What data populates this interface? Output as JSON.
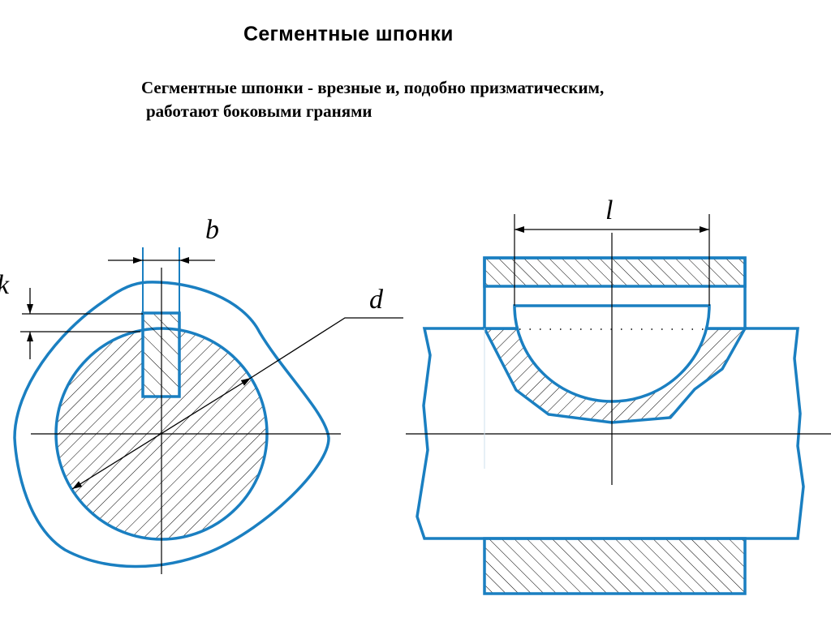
{
  "slide": {
    "title": "Сегментные шпонки",
    "subtitle_lines": [
      "Сегментные шпонки - врезные и, подобно призматическим,",
      "работают боковыми гранями"
    ]
  },
  "drawing": {
    "colors": {
      "outline": "#1a7fc1",
      "line": "#000000",
      "background": "#ffffff"
    },
    "labels": {
      "b": "b",
      "k": "k",
      "d": "d",
      "l": "l"
    }
  }
}
